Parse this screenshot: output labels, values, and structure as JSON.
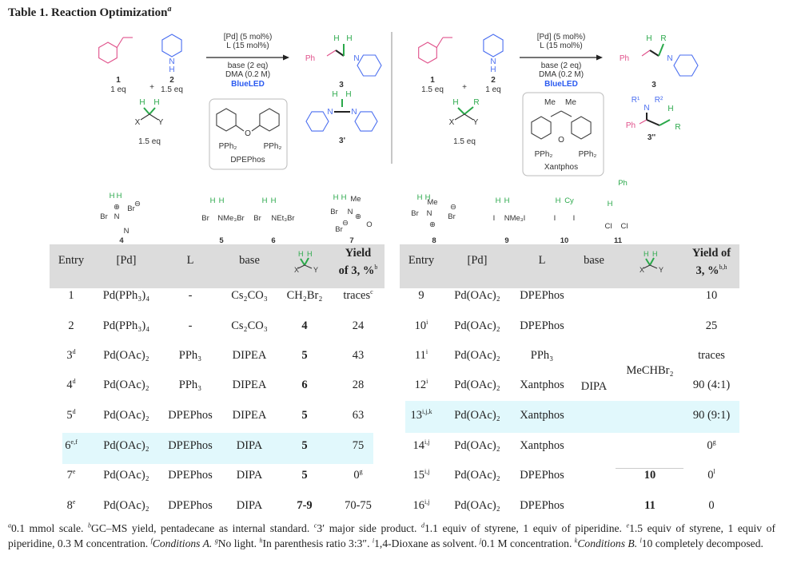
{
  "title": {
    "label": "Table 1. Reaction Optimization",
    "sup": "a"
  },
  "colors": {
    "styrene": "#e0508a",
    "amine": "#4a6ef0",
    "carbene": "#2aa84a",
    "blue_led": "#2a5af0",
    "header_bg": "#dcdcdc",
    "highlight": "#e1f8fc"
  },
  "scheme_left": {
    "compound1_label": "1",
    "compound1_eq": "1 eq",
    "plus": "+",
    "compound2_label": "2",
    "compound2_eq": "1.5 eq",
    "compound2_N": "N",
    "compound2_H": "H",
    "reagent_H1": "H",
    "reagent_H2": "H",
    "reagent_X": "X",
    "reagent_Y": "Y",
    "reagent_eq": "1.5 eq",
    "cond_pd": "[Pd] (5 mol%)",
    "cond_L": "L (15 mol%)",
    "cond_base": "base (2 eq)",
    "cond_solvent": "DMA (0.2 M)",
    "cond_light": "BlueLED",
    "ligand_O": "O",
    "ligand_P1": "PPh₂",
    "ligand_P2": "PPh₂",
    "ligand_name": "DPEPhos",
    "product_Ph": "Ph",
    "product_H1": "H",
    "product_H2": "H",
    "product_N": "N",
    "product_label": "3",
    "side_H1": "H",
    "side_H2": "H",
    "side_N1": "N",
    "side_N2": "N",
    "side_label": "3'"
  },
  "scheme_right": {
    "compound1_label": "1",
    "compound1_eq": "1.5 eq",
    "plus": "+",
    "compound2_label": "2",
    "compound2_eq": "1 eq",
    "compound2_N": "N",
    "compound2_H": "H",
    "reagent_H": "H",
    "reagent_R": "R",
    "reagent_X": "X",
    "reagent_Y": "Y",
    "reagent_eq": "1.5 eq",
    "cond_pd": "[Pd] (5 mol%)",
    "cond_L": "L (15 mol%)",
    "cond_base": "base (2 eq)",
    "cond_solvent": "DMA (0.2 M)",
    "cond_light": "BlueLED",
    "ligand_Me1": "Me",
    "ligand_Me2": "Me",
    "ligand_O": "O",
    "ligand_P1": "PPh₂",
    "ligand_P2": "PPh₂",
    "ligand_name": "Xantphos",
    "product_Ph": "Ph",
    "product_H": "H",
    "product_R": "R",
    "product_N": "N",
    "product_label": "3",
    "side_R1": "R¹",
    "side_N": "N",
    "side_R2": "R²",
    "side_H": "H",
    "side_Ph": "Ph",
    "side_R": "R",
    "side_label": "3''"
  },
  "reagents": [
    {
      "id": "4",
      "texts": [
        "H",
        "H",
        "Br",
        "N",
        "⊕",
        "Br",
        "⊖",
        "N"
      ]
    },
    {
      "id": "5",
      "texts": [
        "H",
        "H",
        "Br",
        "NMe₃Br"
      ]
    },
    {
      "id": "6",
      "texts": [
        "H",
        "H",
        "Br",
        "NEt₃Br"
      ]
    },
    {
      "id": "7",
      "texts": [
        "H",
        "H",
        "Me",
        "Br",
        "N",
        "⊕",
        "Br",
        "⊖",
        "O"
      ]
    },
    {
      "id": "8",
      "texts": [
        "H",
        "H",
        "Me",
        "Br",
        "N",
        "⊕",
        "Br",
        "⊖"
      ]
    },
    {
      "id": "9",
      "texts": [
        "H",
        "H",
        "I",
        "NMe₃I"
      ]
    },
    {
      "id": "10",
      "texts": [
        "H",
        "Cy",
        "I",
        "I"
      ]
    },
    {
      "id": "11",
      "texts": [
        "Ph",
        "H",
        "Cl",
        "Cl"
      ]
    }
  ],
  "table_left": {
    "headers": {
      "entry": "Entry",
      "pd": "[Pd]",
      "L": "L",
      "base": "base",
      "reagent_H1": "H",
      "reagent_H2": "H",
      "reagent_X": "X",
      "reagent_Y": "Y",
      "yield_line1": "Yield",
      "yield_line2": "of 3, %",
      "yield_sup": "b"
    },
    "rows": [
      {
        "entry": "1",
        "entry_sup": "",
        "pd": "Pd(PPh₃)₄",
        "L": "-",
        "base": "Cs₂CO₃",
        "reagent": "CH₂Br₂",
        "reagent_bold": false,
        "yield": "traces",
        "yield_sup": "c"
      },
      {
        "entry": "2",
        "entry_sup": "",
        "pd": "Pd(PPh₃)₄",
        "L": "-",
        "base": "Cs₂CO₃",
        "reagent": "4",
        "reagent_bold": true,
        "yield": "24",
        "yield_sup": ""
      },
      {
        "entry": "3",
        "entry_sup": "d",
        "pd": "Pd(OAc)₂",
        "L": "PPh₃",
        "base": "DIPEA",
        "reagent": "5",
        "reagent_bold": true,
        "yield": "43",
        "yield_sup": ""
      },
      {
        "entry": "4",
        "entry_sup": "d",
        "pd": "Pd(OAc)₂",
        "L": "PPh₃",
        "base": "DIPEA",
        "reagent": "6",
        "reagent_bold": true,
        "yield": "28",
        "yield_sup": ""
      },
      {
        "entry": "5",
        "entry_sup": "d",
        "pd": "Pd(OAc)₂",
        "L": "DPEPhos",
        "base": "DIPEA",
        "reagent": "5",
        "reagent_bold": true,
        "yield": "63",
        "yield_sup": ""
      },
      {
        "entry": "6",
        "entry_sup": "e,f",
        "pd": "Pd(OAc)₂",
        "L": "DPEPhos",
        "base": "DIPA",
        "reagent": "5",
        "reagent_bold": true,
        "yield": "75",
        "yield_sup": "",
        "highlight": true
      },
      {
        "entry": "7",
        "entry_sup": "e",
        "pd": "Pd(OAc)₂",
        "L": "DPEPhos",
        "base": "DIPA",
        "reagent": "5",
        "reagent_bold": true,
        "yield": "0",
        "yield_sup": "g"
      },
      {
        "entry": "8",
        "entry_sup": "e",
        "pd": "Pd(OAc)₂",
        "L": "DPEPhos",
        "base": "DIPA",
        "reagent": "7-9",
        "reagent_bold": true,
        "yield": "70-75",
        "yield_sup": ""
      }
    ]
  },
  "table_right": {
    "headers": {
      "entry": "Entry",
      "pd": "[Pd]",
      "L": "L",
      "base": "base",
      "reagent_H1": "H",
      "reagent_H2": "H",
      "reagent_X": "X",
      "reagent_Y": "Y",
      "yield_line1": "Yield of",
      "yield_line2": "3, %",
      "yield_sup": "b,h"
    },
    "shared_base": "DIPA",
    "shared_reagent": "MeCHBr₂",
    "rows": [
      {
        "entry": "9",
        "entry_sup": "",
        "pd": "Pd(OAc)₂",
        "L": "DPEPhos",
        "reagent": "",
        "yield": "10",
        "yield_sup": ""
      },
      {
        "entry": "10",
        "entry_sup": "i",
        "pd": "Pd(OAc)₂",
        "L": "DPEPhos",
        "reagent": "",
        "yield": "25",
        "yield_sup": ""
      },
      {
        "entry": "11",
        "entry_sup": "i",
        "pd": "Pd(OAc)₂",
        "L": "PPh₃",
        "reagent": "",
        "yield": "traces",
        "yield_sup": ""
      },
      {
        "entry": "12",
        "entry_sup": "i",
        "pd": "Pd(OAc)₂",
        "L": "Xantphos",
        "reagent": "",
        "yield": "90 (4:1)",
        "yield_sup": ""
      },
      {
        "entry": "13",
        "entry_sup": "i,j,k",
        "pd": "Pd(OAc)₂",
        "L": "Xantphos",
        "reagent": "",
        "yield": "90 (9:1)",
        "yield_sup": "",
        "highlight": true
      },
      {
        "entry": "14",
        "entry_sup": "i,j",
        "pd": "Pd(OAc)₂",
        "L": "Xantphos",
        "reagent": "",
        "yield": "0",
        "yield_sup": "g"
      },
      {
        "entry": "15",
        "entry_sup": "i,j",
        "pd": "Pd(OAc)₂",
        "L": "DPEPhos",
        "reagent": "10",
        "yield": "0",
        "yield_sup": "l"
      },
      {
        "entry": "16",
        "entry_sup": "i,j",
        "pd": "Pd(OAc)₂",
        "L": "DPEPhos",
        "reagent": "11",
        "yield": "0",
        "yield_sup": ""
      }
    ]
  },
  "footnotes": [
    {
      "sup": "a",
      "text": "0.1 mmol scale. "
    },
    {
      "sup": "b",
      "text": "GC–MS yield, pentadecane as internal standard. "
    },
    {
      "sup": "c",
      "text": "3′ major side product. "
    },
    {
      "sup": "d",
      "text": "1.1 equiv of styrene, 1 equiv of piperidine. "
    },
    {
      "sup": "e",
      "text": "1.5 equiv of styrene, 1 equiv of piperidine, 0.3 M concentration. "
    },
    {
      "sup": "f",
      "text": "Conditions A. ",
      "italic": true
    },
    {
      "sup": "g",
      "text": "No light. "
    },
    {
      "sup": "h",
      "text": "In parenthesis ratio 3:3″. "
    },
    {
      "sup": "i",
      "text": "1,4-Dioxane as solvent. "
    },
    {
      "sup": "j",
      "text": "0.1 M concentration. "
    },
    {
      "sup": "k",
      "text": "Conditions B. ",
      "italic": true
    },
    {
      "sup": "l",
      "text": "10 completely decomposed."
    }
  ]
}
